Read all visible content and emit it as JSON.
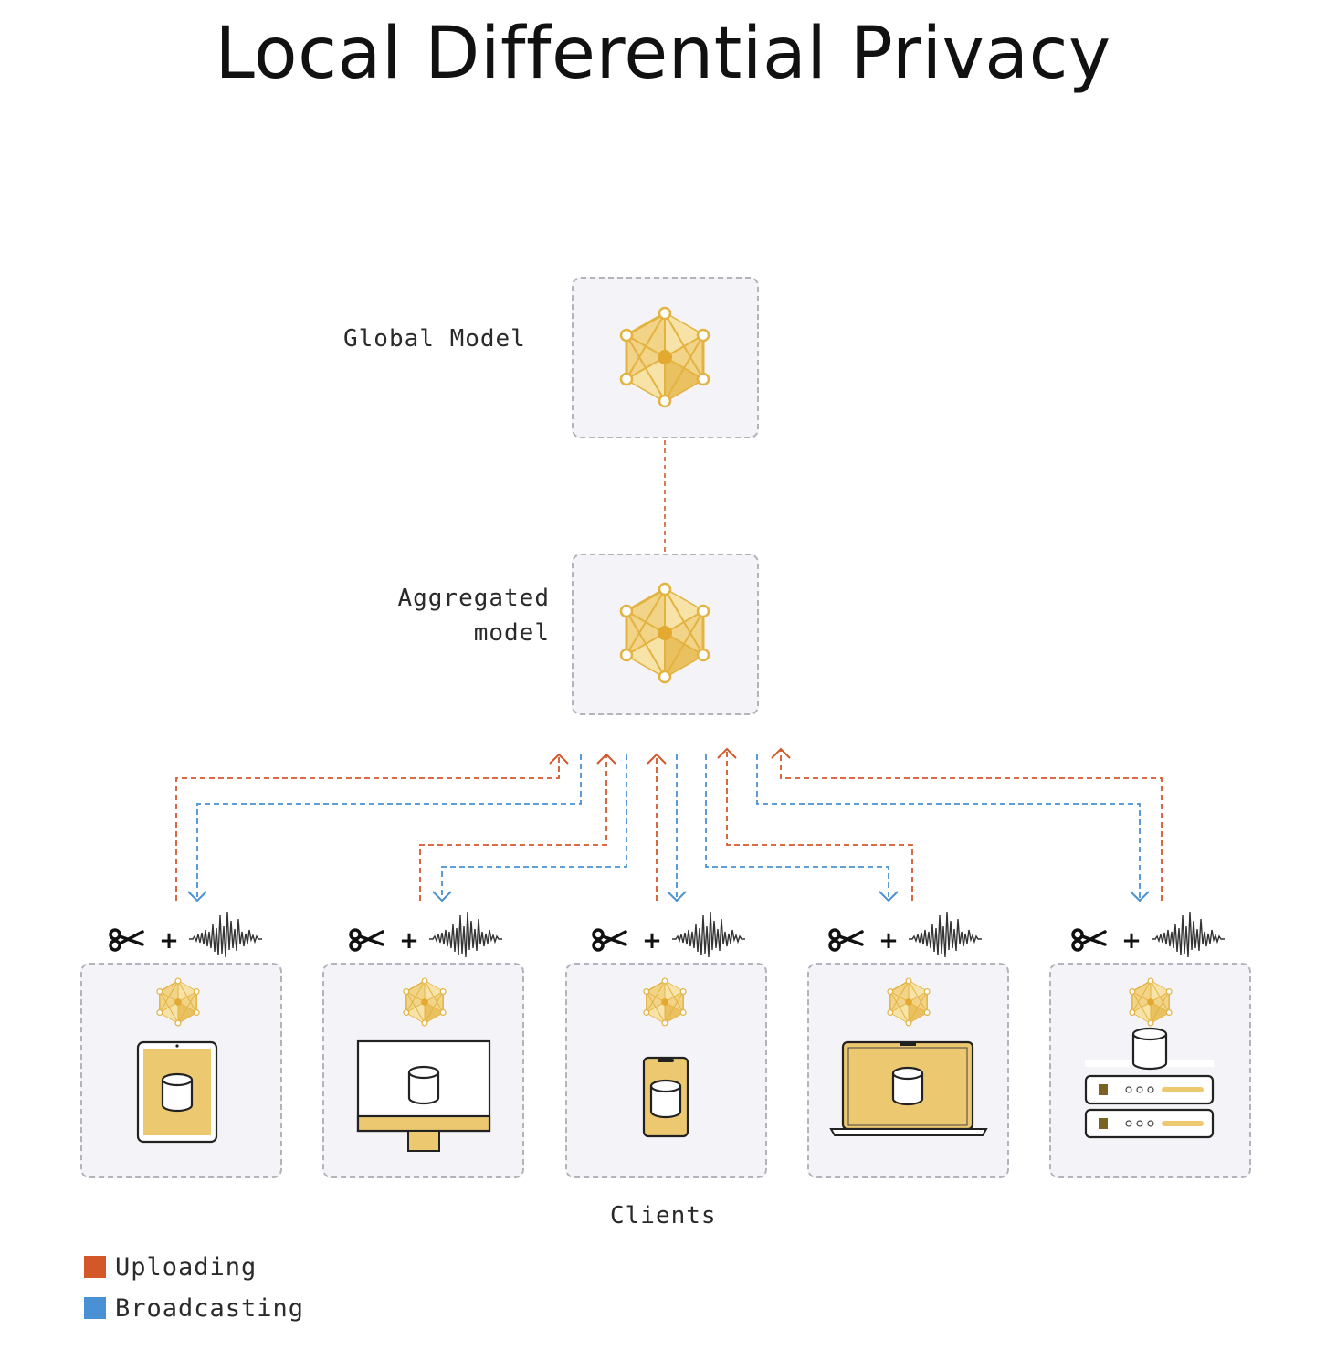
{
  "title": "Local Differential Privacy",
  "labels": {
    "global_model": "Global Model",
    "aggregated_line1": "Aggregated",
    "aggregated_line2": "model",
    "clients": "Clients"
  },
  "legend": [
    {
      "label": "Uploading",
      "color": "#d4572a"
    },
    {
      "label": "Broadcasting",
      "color": "#4a90d4"
    }
  ],
  "clients": [
    {
      "device": "tablet-icon"
    },
    {
      "device": "desktop-monitor-icon"
    },
    {
      "device": "smartphone-icon"
    },
    {
      "device": "laptop-icon"
    },
    {
      "device": "server-rack-icon"
    }
  ],
  "colors": {
    "accent_gold": "#e8bd4f",
    "upload": "#d4572a",
    "broadcast": "#4a90d4"
  },
  "privacy_ops": {
    "plus": "+",
    "clip_icon": "scissors-icon",
    "noise_icon": "noise-waveform-icon"
  }
}
